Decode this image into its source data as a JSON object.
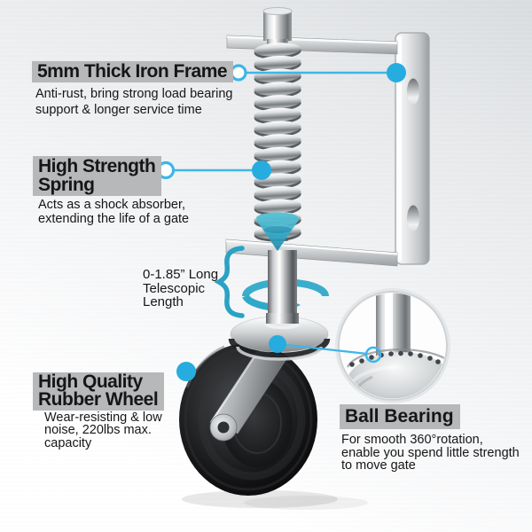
{
  "colors": {
    "accent_line": "#3db6e8",
    "accent_dot": "#27ace0",
    "teal_arrow": "#2fa9c9",
    "label_bg": "#b6b8ba",
    "text": "#161616"
  },
  "labels": {
    "frame": {
      "title": "5mm Thick Iron Frame",
      "desc": "Anti-rust, bring strong load bearing support & longer service time"
    },
    "spring": {
      "title_line1": "High Strength",
      "title_line2": "Spring",
      "desc": "Acts as a shock absorber, extending the life of a gate"
    },
    "telescopic": {
      "line1": "0-1.85” Long",
      "line2": "Telescopic",
      "line3": "Length"
    },
    "wheel": {
      "title_line1": "High Quality",
      "title_line2": "Rubber Wheel",
      "desc": "Wear-resisting & low noise, 220lbs max. capacity"
    },
    "bearing": {
      "title": "Ball Bearing",
      "desc_line1": "For smooth 360°rotation,",
      "desc_line2": "enable you spend little strength",
      "desc_line3": "to move gate"
    }
  }
}
